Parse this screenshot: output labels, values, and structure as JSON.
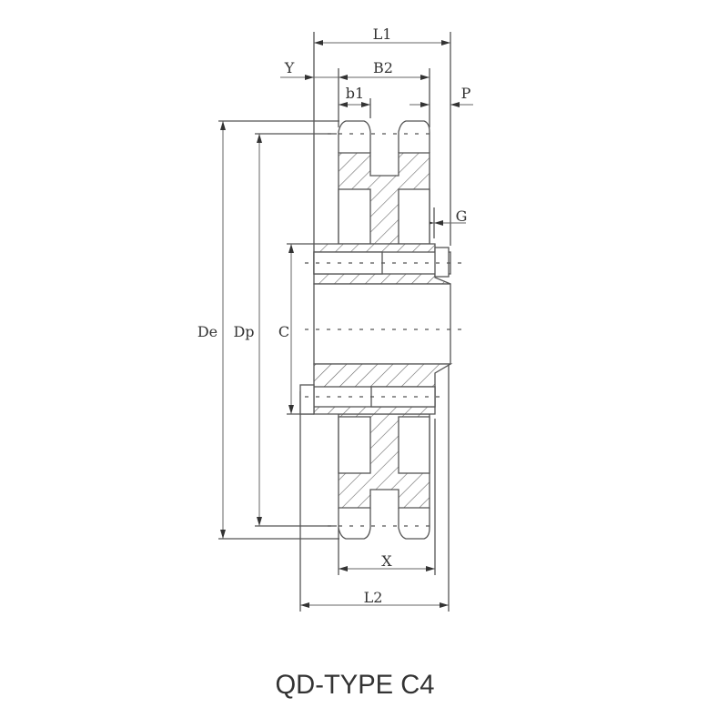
{
  "title": "QD-TYPE C4",
  "dimensions": {
    "L1": "L1",
    "Y": "Y",
    "B2": "B2",
    "b1": "b1",
    "P": "P",
    "G": "G",
    "De": "De",
    "Dp": "Dp",
    "C": "C",
    "X": "X",
    "L2": "L2"
  }
}
